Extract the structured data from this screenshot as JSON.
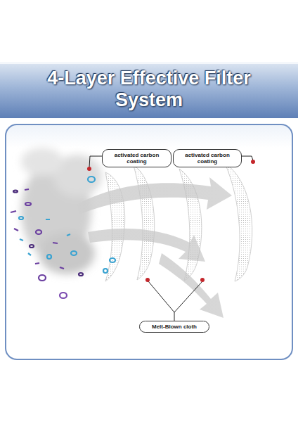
{
  "diagram": {
    "title": "4-Layer Effective Filter System",
    "nodes": [
      {
        "text": [
          "activated carbon coating"
        ]
      },
      {
        "text": [
          "activated carbon coating"
        ]
      },
      {
        "text": [
          "Melt-Blown cloth"
        ]
      }
    ]
  }
}
